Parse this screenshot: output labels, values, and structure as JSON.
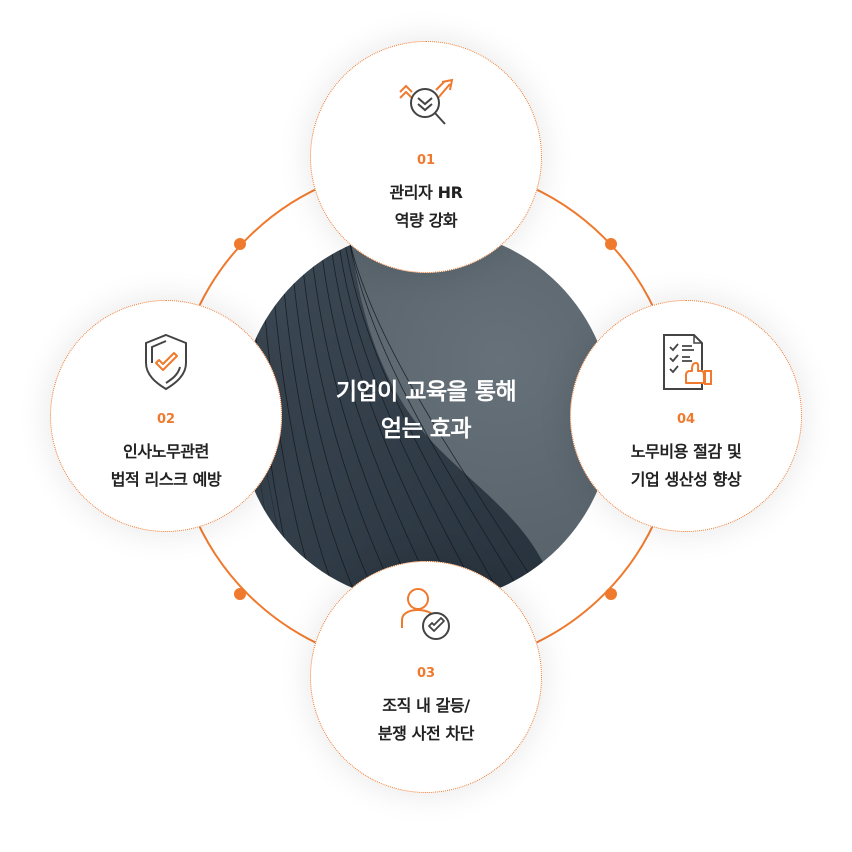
{
  "center": {
    "title_line1": "기업이 교육을 통해",
    "title_line2": "얻는 효과"
  },
  "colors": {
    "accent": "#ef7a2e",
    "icon_dark": "#444444",
    "center_bg": "#5b666e",
    "text_dark": "#222222"
  },
  "nodes": [
    {
      "number": "01",
      "line1": "관리자 HR",
      "line2": "역량 강화",
      "icon": "search-check-growth-icon"
    },
    {
      "number": "02",
      "line1": "인사노무관련",
      "line2": "법적 리스크 예방",
      "icon": "shield-check-icon"
    },
    {
      "number": "03",
      "line1": "조직 내 갈등/",
      "line2": "분쟁 사전 차단",
      "icon": "user-check-icon"
    },
    {
      "number": "04",
      "line1": "노무비용 절감 및",
      "line2": "기업 생산성 향상",
      "icon": "checklist-thumbs-up-icon"
    }
  ]
}
